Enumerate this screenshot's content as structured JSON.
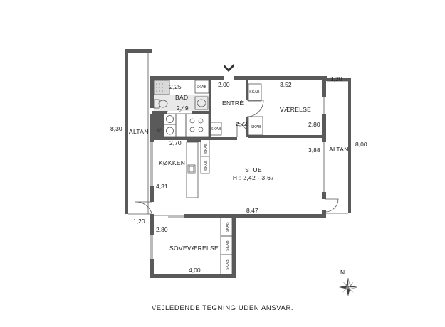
{
  "rooms": {
    "bad": "BAD",
    "entre": "ENTRÉ",
    "vaerelse": "VÆRELSE",
    "koekken": "KØKKEN",
    "stue": "STUE",
    "stue_height": "H : 2,42 - 3,67",
    "altan_left": "ALTAN",
    "altan_right": "ALTAN",
    "sovevaerelse": "SOVEVÆRELSE"
  },
  "closet_label": "SKAB",
  "dimensions": {
    "altan_left_height": "8,30",
    "altan_left_width": "1,20",
    "bad_width": "2,25",
    "bad_depth": "2,49",
    "entre_width": "2,00",
    "entre_depth": "2,72",
    "vaerelse_width": "3,52",
    "vaerelse_depth": "2,80",
    "altan_right_width": "1,20",
    "altan_right_height": "8,00",
    "koekken_width": "2,70",
    "koekken_depth": "4,31",
    "stue_depth": "3,88",
    "stue_width": "8,47",
    "sove_depth": "2,80",
    "sove_width": "4,00"
  },
  "compass": {
    "north": "N"
  },
  "footer": "VEJLEDENDE TEGNING UDEN ANSVAR."
}
